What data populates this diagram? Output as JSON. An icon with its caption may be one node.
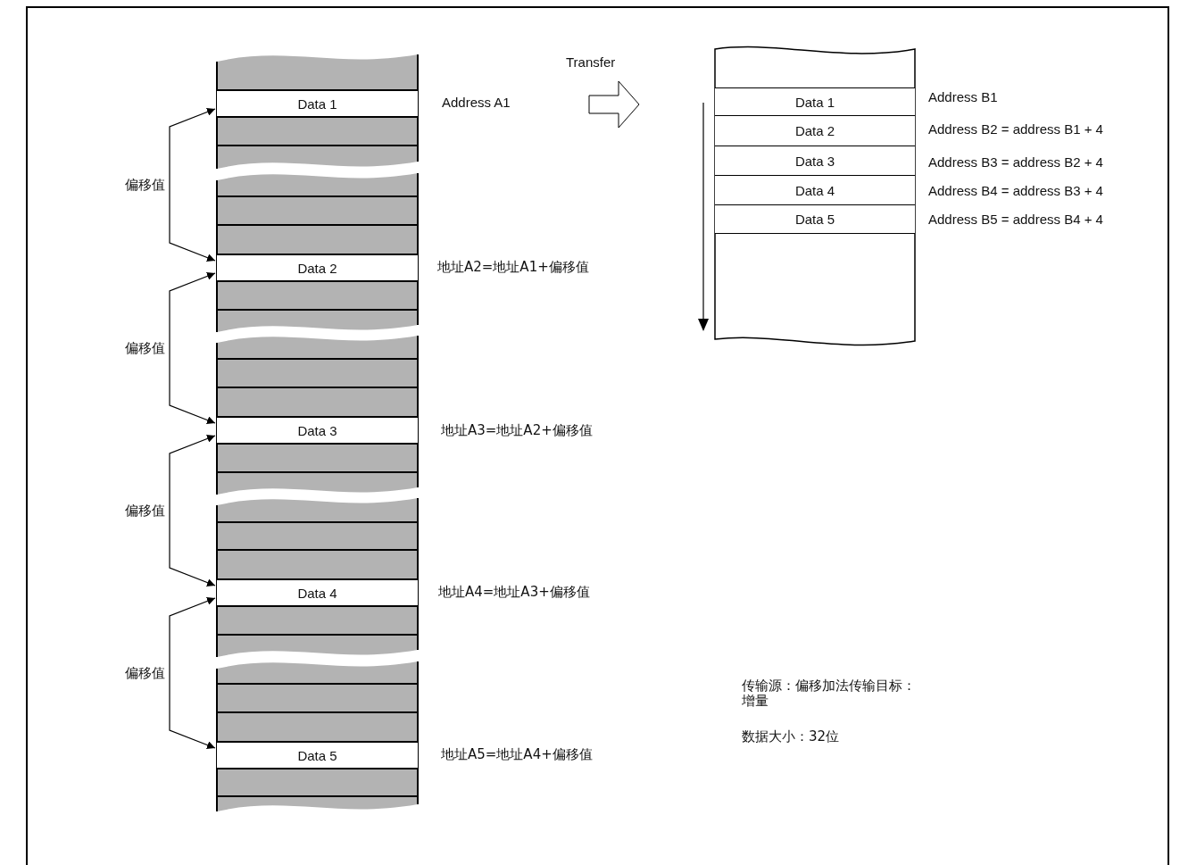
{
  "diagram": {
    "nodes": [
      {
        "text": [
          "Data 1"
        ],
        "beside": [
          "Address A1"
        ]
      },
      {
        "text": [
          "Data 2"
        ],
        "beside": [
          "地址A2=地址A1+偏移值"
        ]
      },
      {
        "text": [
          "Data 3"
        ],
        "beside": [
          "地址A3=地址A2+偏移值"
        ]
      },
      {
        "text": [
          "Data 4"
        ],
        "beside": [
          "地址A4=地址A3+偏移值"
        ]
      },
      {
        "text": [
          "Data 5"
        ],
        "beside": [
          "地址A5=地址A4+偏移值"
        ]
      },
      {
        "text": [
          "Data 1"
        ],
        "beside": [
          "Address B1"
        ]
      },
      {
        "text": [
          "Data 2"
        ],
        "beside": [
          "Address B2 = address B1 + 4"
        ]
      },
      {
        "text": [
          "Data 3"
        ],
        "beside": [
          "Address B3 = address B2 + 4"
        ]
      },
      {
        "text": [
          "Data 4"
        ],
        "beside": [
          "Address B4 = address B3 + 4"
        ]
      },
      {
        "text": [
          "Data 5"
        ],
        "beside": [
          "Address B5 = address B4 + 4"
        ]
      }
    ],
    "edges": [
      {
        "from": 0,
        "to": 1,
        "arrow": "both",
        "label": "偏移值"
      },
      {
        "from": 1,
        "to": 2,
        "arrow": "both",
        "label": "偏移值"
      },
      {
        "from": 2,
        "to": 3,
        "arrow": "both",
        "label": "偏移值"
      },
      {
        "from": 3,
        "to": 4,
        "arrow": "both",
        "label": "偏移值"
      }
    ],
    "labels": [
      "Transfer",
      "传输源：偏移加法传输目标：增量",
      "数据大小：32位"
    ]
  }
}
